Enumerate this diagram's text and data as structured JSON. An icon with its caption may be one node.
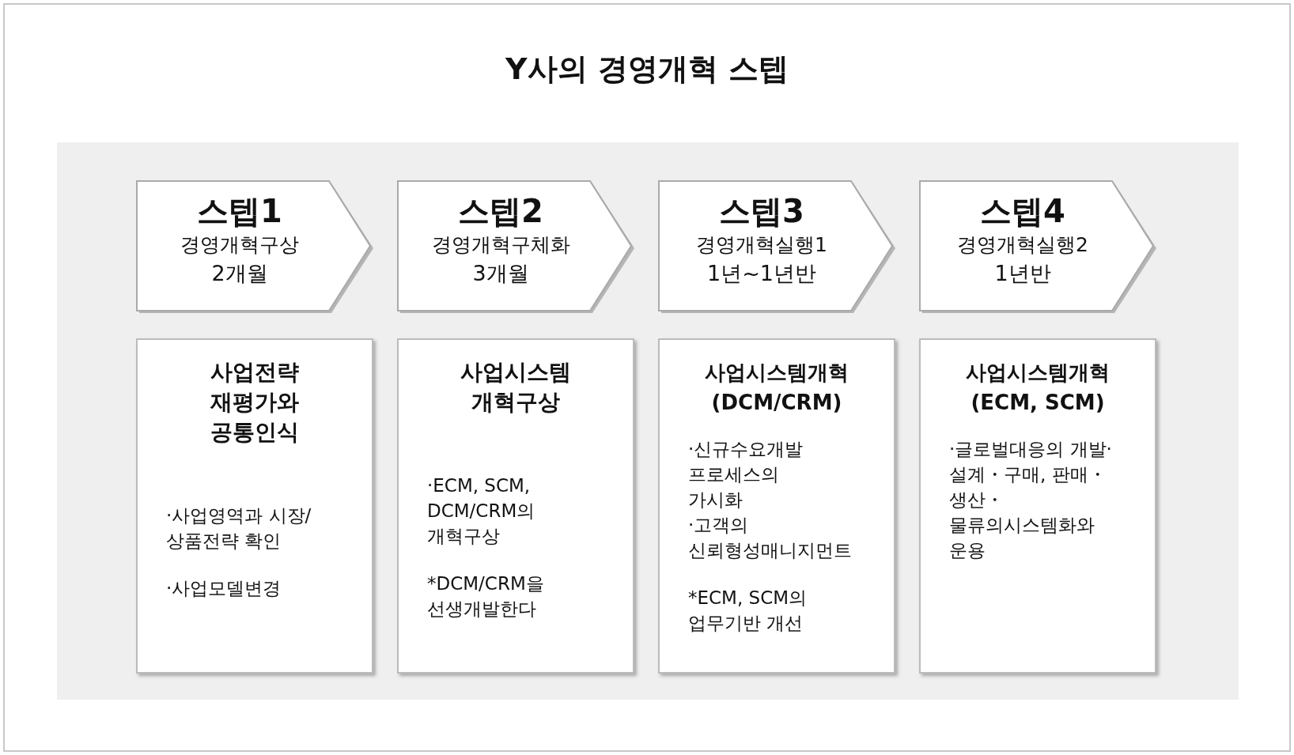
{
  "diagram": {
    "title": "Y사의 경영개혁 스텝",
    "nodes": [
      {
        "text": [
          "스텝1",
          "경영개혁구상",
          "2개월"
        ]
      },
      {
        "text": [
          "스텝2",
          "경영개혁구체화",
          "3개월"
        ]
      },
      {
        "text": [
          "스텝3",
          "경영개혁실행1",
          "1년~1년반"
        ]
      },
      {
        "text": [
          "스텝4",
          "경영개혁실행2",
          "1년반"
        ]
      },
      {
        "text": [
          "사업전략 재평가와 공통인식",
          "·사업영역과 시장/상품전략 확인",
          "·사업모델변경"
        ]
      },
      {
        "text": [
          "사업시스템 개혁구상",
          "·ECM, SCM, DCM/CRM의 개혁구상",
          "*DCM/CRM을 선생개발한다"
        ]
      },
      {
        "text": [
          "사업시스템개혁",
          "(DCM/CRM)",
          "·신규수요개발 프로세스의 가시화",
          "·고객의 신뢰형성매니지먼트",
          "*ECM, SCM의 업무기반 개선"
        ]
      },
      {
        "text": [
          "사업시스템개혁",
          "(ECM, SCM)",
          "·글로벌대응의 개발·설계・구매, 판매・생산・물류의시스템화와 운용"
        ]
      }
    ]
  }
}
